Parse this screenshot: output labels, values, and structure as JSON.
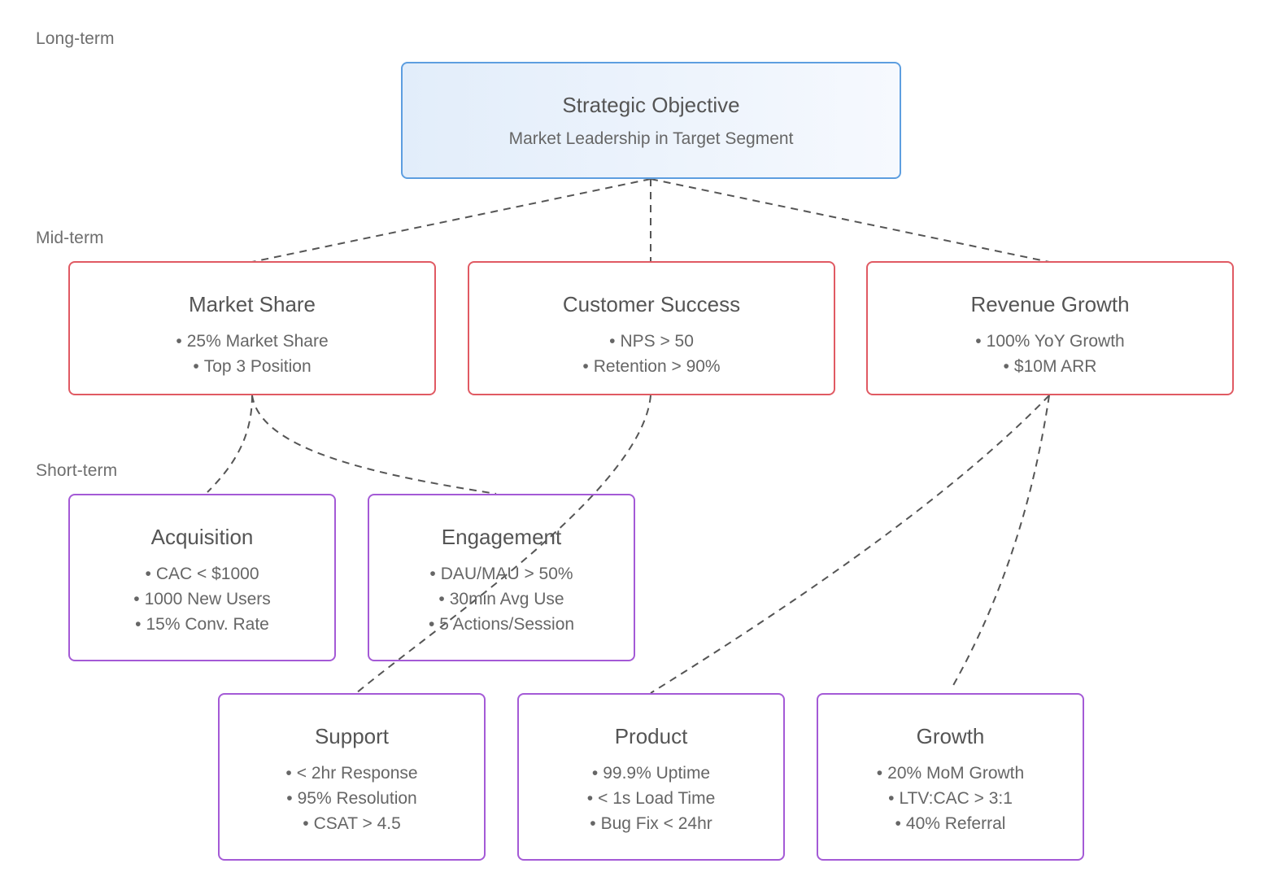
{
  "tiers": {
    "long": "Long-term",
    "mid": "Mid-term",
    "short": "Short-term"
  },
  "objective": {
    "title": "Strategic Objective",
    "subtitle": "Market Leadership in Target Segment"
  },
  "mid_goals": [
    {
      "title": "Market Share",
      "items": [
        "25% Market Share",
        "Top 3 Position"
      ]
    },
    {
      "title": "Customer Success",
      "items": [
        "NPS > 50",
        "Retention > 90%"
      ]
    },
    {
      "title": "Revenue Growth",
      "items": [
        "100% YoY Growth",
        "$10M ARR"
      ]
    }
  ],
  "short_goals": [
    {
      "title": "Acquisition",
      "items": [
        "CAC < $1000",
        "1000 New Users",
        "15% Conv. Rate"
      ]
    },
    {
      "title": "Engagement",
      "items": [
        "DAU/MAU > 50%",
        "30min Avg Use",
        "5 Actions/Session"
      ]
    },
    {
      "title": "Support",
      "items": [
        "< 2hr Response",
        "95% Resolution",
        "CSAT > 4.5"
      ]
    },
    {
      "title": "Product",
      "items": [
        "99.9% Uptime",
        "< 1s Load Time",
        "Bug Fix < 24hr"
      ]
    },
    {
      "title": "Growth",
      "items": [
        "20% MoM Growth",
        "LTV:CAC > 3:1",
        "40% Referral"
      ]
    }
  ],
  "colors": {
    "long_border": "#5d9ee0",
    "mid_border": "#e05a63",
    "short_border": "#a45ad6",
    "connector": "#555555"
  }
}
